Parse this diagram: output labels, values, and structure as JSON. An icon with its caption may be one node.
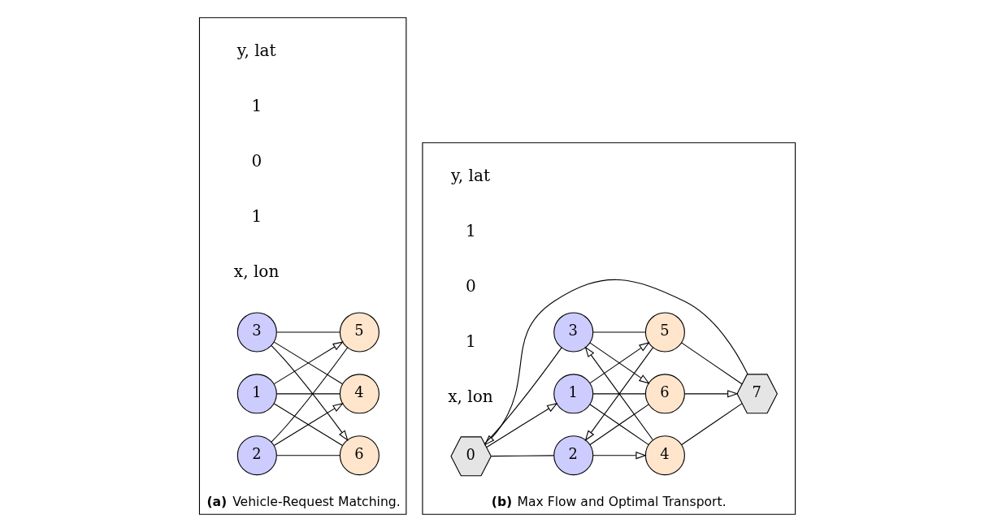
{
  "diagram": {
    "nodes": [
      {
        "text": [
          "**(a)** Vehicle-Request Matching."
        ]
      },
      {
        "text": [
          "1"
        ],
        "in": 0
      },
      {
        "text": [
          "2"
        ],
        "in": 0
      },
      {
        "text": [
          "3"
        ],
        "in": 0
      },
      {
        "text": [
          "4"
        ],
        "in": 0
      },
      {
        "text": [
          "5"
        ],
        "in": 0
      },
      {
        "text": [
          "6"
        ],
        "in": 0
      },
      {
        "text": [
          "**(b)** Max Flow and Optimal Transport."
        ]
      },
      {
        "text": [
          "0"
        ],
        "in": 7
      },
      {
        "text": [
          "1"
        ],
        "in": 7
      },
      {
        "text": [
          "2"
        ],
        "in": 7
      },
      {
        "text": [
          "3"
        ],
        "in": 7
      },
      {
        "text": [
          "4"
        ],
        "in": 7
      },
      {
        "text": [
          "5"
        ],
        "in": 7
      },
      {
        "text": [
          "6"
        ],
        "in": 7
      },
      {
        "text": [
          "7"
        ],
        "in": 7
      }
    ],
    "edges": [
      {
        "from": 1,
        "to": 4,
        "arrow": "none"
      },
      {
        "from": 1,
        "to": 5,
        "arrow": "to"
      },
      {
        "from": 1,
        "to": 6,
        "arrow": "none"
      },
      {
        "from": 2,
        "to": 4,
        "arrow": "to"
      },
      {
        "from": 2,
        "to": 5,
        "arrow": "none"
      },
      {
        "from": 2,
        "to": 6,
        "arrow": "none"
      },
      {
        "from": 3,
        "to": 4,
        "arrow": "none"
      },
      {
        "from": 3,
        "to": 5,
        "arrow": "none"
      },
      {
        "from": 3,
        "to": 6,
        "arrow": "to"
      },
      {
        "from": 8,
        "to": 9,
        "arrow": "to"
      },
      {
        "from": 8,
        "to": 10,
        "arrow": "none"
      },
      {
        "from": 8,
        "to": 11,
        "arrow": "none"
      },
      {
        "from": 9,
        "to": 12,
        "arrow": "none"
      },
      {
        "from": 9,
        "to": 13,
        "arrow": "to"
      },
      {
        "from": 9,
        "to": 14,
        "arrow": "none"
      },
      {
        "from": 10,
        "to": 12,
        "arrow": "to"
      },
      {
        "from": 10,
        "to": 14,
        "arrow": "none"
      },
      {
        "from": 13,
        "to": 10,
        "arrow": "to"
      },
      {
        "from": 12,
        "to": 11,
        "arrow": "to"
      },
      {
        "from": 11,
        "to": 13,
        "arrow": "none"
      },
      {
        "from": 11,
        "to": 14,
        "arrow": "to"
      },
      {
        "from": 12,
        "to": 15,
        "arrow": "none"
      },
      {
        "from": 13,
        "to": 15,
        "arrow": "none"
      },
      {
        "from": 14,
        "to": 15,
        "arrow": "to"
      },
      {
        "from": 15,
        "to": 8,
        "arrow": "to"
      }
    ],
    "labels": [
      "y, lat",
      "1",
      "0",
      "1",
      "x, lon",
      "y, lat",
      "1",
      "0",
      "1",
      "x, lon"
    ]
  }
}
